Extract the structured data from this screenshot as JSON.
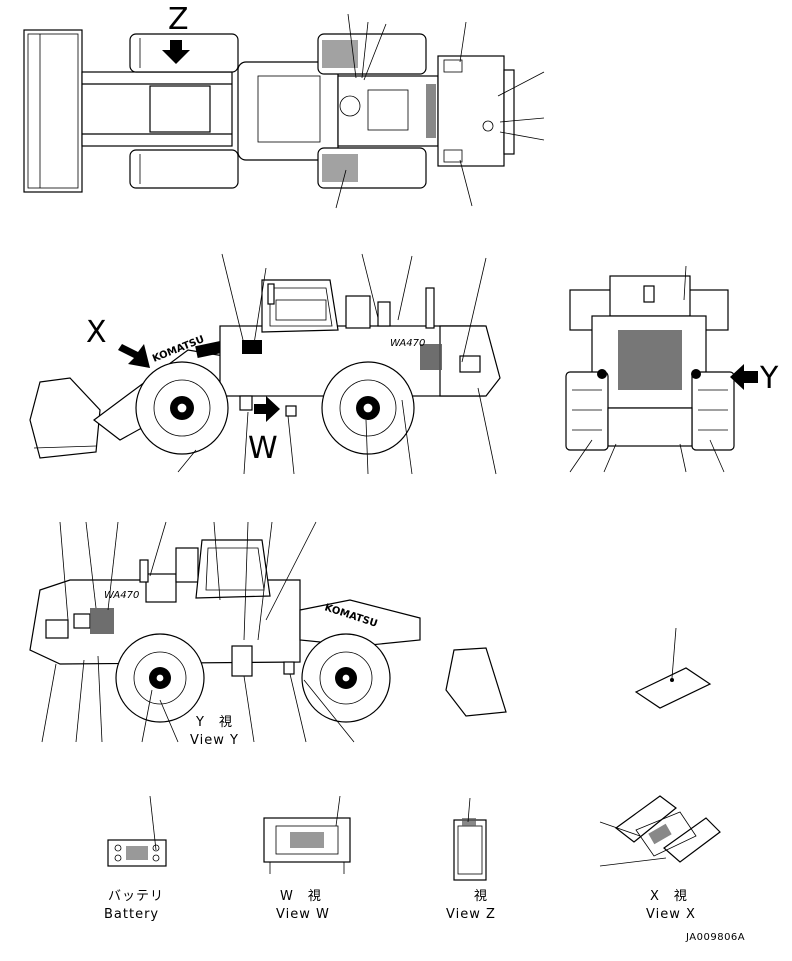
{
  "view_letters": {
    "z": "Z",
    "x": "X",
    "w": "W",
    "y": "Y"
  },
  "captions": {
    "view_y_jp": "Y　視",
    "view_y_en": "View Y",
    "battery_jp": "バッテリ",
    "battery_en": "Battery",
    "view_w_jp": "W　視",
    "view_w_en": "View W",
    "view_z_jp": "視",
    "view_z_en": "View Z",
    "view_x_jp": "X　視",
    "view_x_en": "View X"
  },
  "machine_model": "WA470",
  "brand": "KOMATSU",
  "drawing_code": "JA009806A"
}
